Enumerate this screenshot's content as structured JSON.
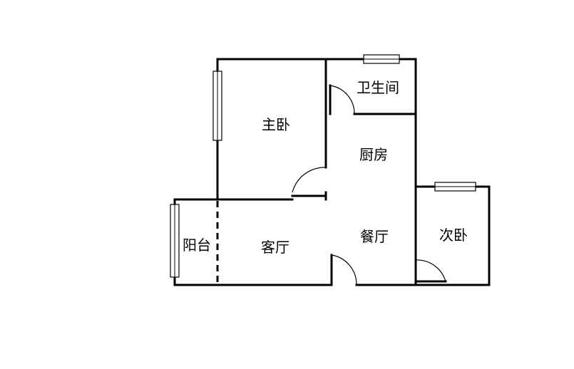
{
  "rooms": {
    "master_bedroom": "主卧",
    "bathroom": "卫生间",
    "kitchen": "厨房",
    "balcony": "阳台",
    "living_room": "客厅",
    "dining_room": "餐厅",
    "second_bedroom": "次卧"
  }
}
